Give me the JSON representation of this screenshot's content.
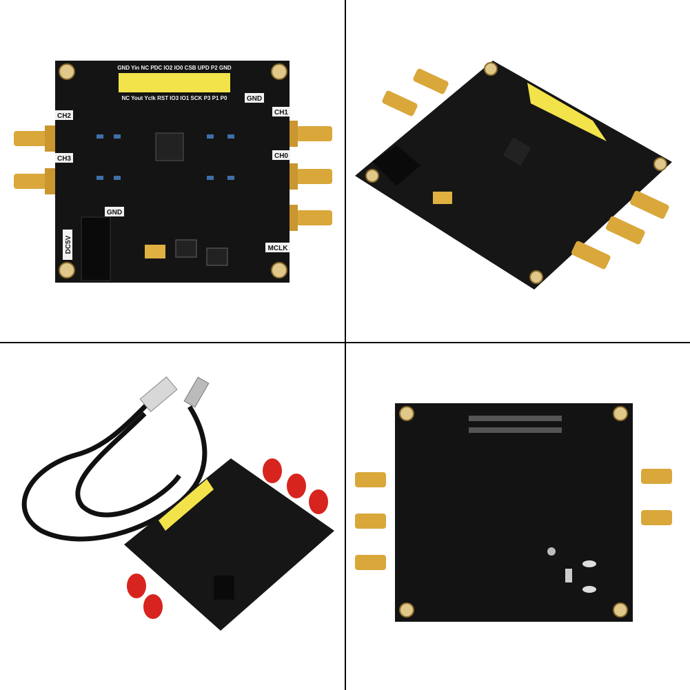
{
  "colors": {
    "pcb": "#141414",
    "header": "#f2e34a",
    "gold": "#d9a73a",
    "red_cap": "#d8241e",
    "divider": "#000000",
    "background": "#ffffff"
  },
  "panels": [
    {
      "view": "top",
      "header_top_labels": "GND Yin NC PDC IO2 IO0 CSB UPD P2 GND",
      "header_bottom_labels": "NC Yout Yclk RST IO3 IO1 SCK P3 P1 P0",
      "labels": {
        "ch2": "CH2",
        "ch3": "CH3",
        "ch1": "CH1",
        "ch0": "CH0",
        "mclk": "MCLK",
        "dc5v": "DC5V",
        "gnd_top": "GND",
        "gnd_bottom": "GND"
      }
    },
    {
      "view": "angled"
    },
    {
      "view": "with-usb-cable"
    },
    {
      "view": "bottom"
    }
  ]
}
